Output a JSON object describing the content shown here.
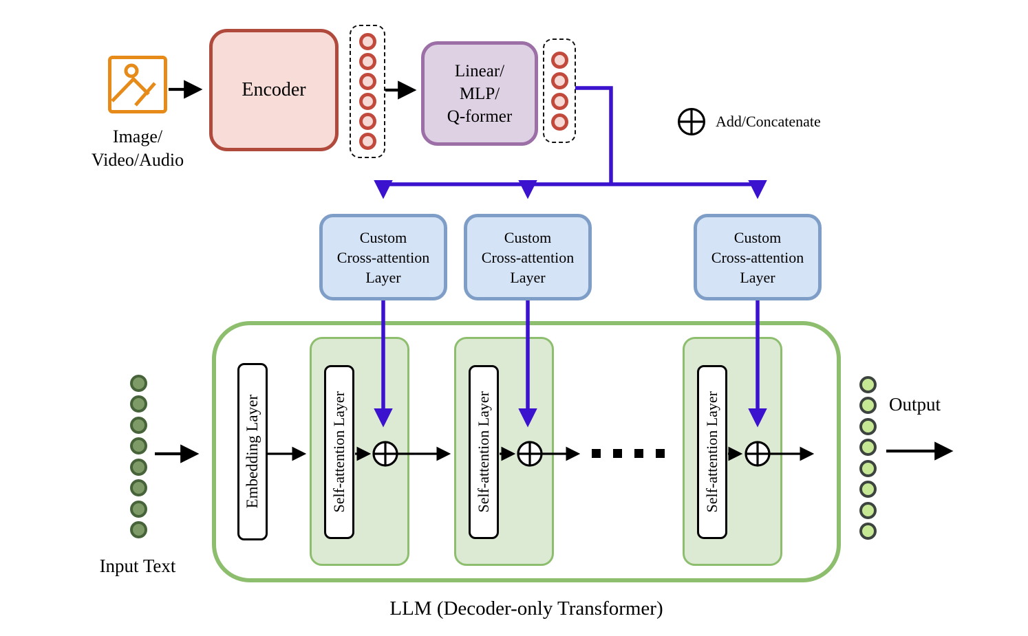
{
  "diagram": {
    "media_input": {
      "label_lines": [
        "Image/",
        "Video/Audio"
      ]
    },
    "encoder": {
      "label": "Encoder"
    },
    "projector": {
      "lines": [
        "Linear/",
        "MLP/",
        "Q-former"
      ]
    },
    "legend": {
      "symbol": "circle-plus",
      "label": "Add/Concatenate"
    },
    "cross_attention": {
      "count": 3,
      "lines": [
        "Custom",
        "Cross-attention",
        "Layer"
      ]
    },
    "llm": {
      "caption": "LLM (Decoder-only Transformer)",
      "embedding_label": "Embedding Layer",
      "self_attention_label": "Self-attention Layer",
      "self_attention_count": 3,
      "ellipsis_dot_count": 4
    },
    "input": {
      "label": "Input Text"
    },
    "output": {
      "label": "Output"
    }
  },
  "tokens": {
    "encoder_output": {
      "count": 6
    },
    "projector_output": {
      "count": 4
    },
    "input_text": {
      "count": 8
    },
    "llm_output": {
      "count": 8
    }
  },
  "colors": {
    "media_accent": "#E68A19",
    "encoder_border": "#B04A3D",
    "encoder_fill": "#F8DCD8",
    "token_ring": "#C14A3C",
    "token_fill": "#F6D8D4",
    "projector_border": "#9C6FA6",
    "projector_fill": "#DED1E4",
    "cross_attention_border": "#7E9EC7",
    "cross_attention_fill": "#D5E3F6",
    "llm_green": "#8DBE6E",
    "llm_block_fill": "#DCEAD3",
    "input_token_ring": "#47633A",
    "input_token_fill": "#7E9B67",
    "output_token_ring": "#3D4440",
    "output_token_fill": "#C6E794",
    "flow_blue": "#3B12CE",
    "flow_black": "#000000"
  }
}
